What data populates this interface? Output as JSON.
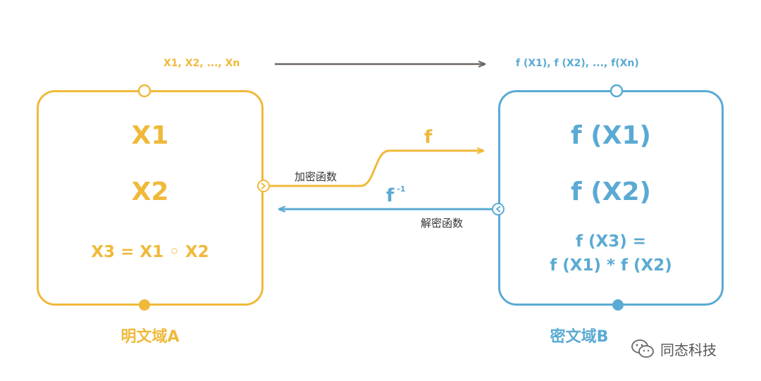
{
  "top": {
    "plain_sequence": "X1, X2, ..., Xn",
    "cipher_sequence": "f (X1), f (X2), ..., f(Xn)"
  },
  "domain_a": {
    "x1": "X1",
    "x2": "X2",
    "x3": "X3 = X1 ◦ X2",
    "label": "明文域A"
  },
  "domain_b": {
    "fx1": "f (X1)",
    "fx2": "f (X2)",
    "fx3_line1": "f (X3) =",
    "fx3_line2": "f (X1) * f (X2)",
    "label": "密文域B"
  },
  "encrypt": {
    "symbol": "f",
    "label": "加密函数"
  },
  "decrypt": {
    "symbol": "f",
    "superscript": "-1",
    "label": "解密函数"
  },
  "watermark": {
    "text": "同态科技",
    "icon": "wechat-icon"
  },
  "colors": {
    "plain": "#F0B93A",
    "cipher": "#5AAAD3",
    "arrow": "#6b6460"
  }
}
